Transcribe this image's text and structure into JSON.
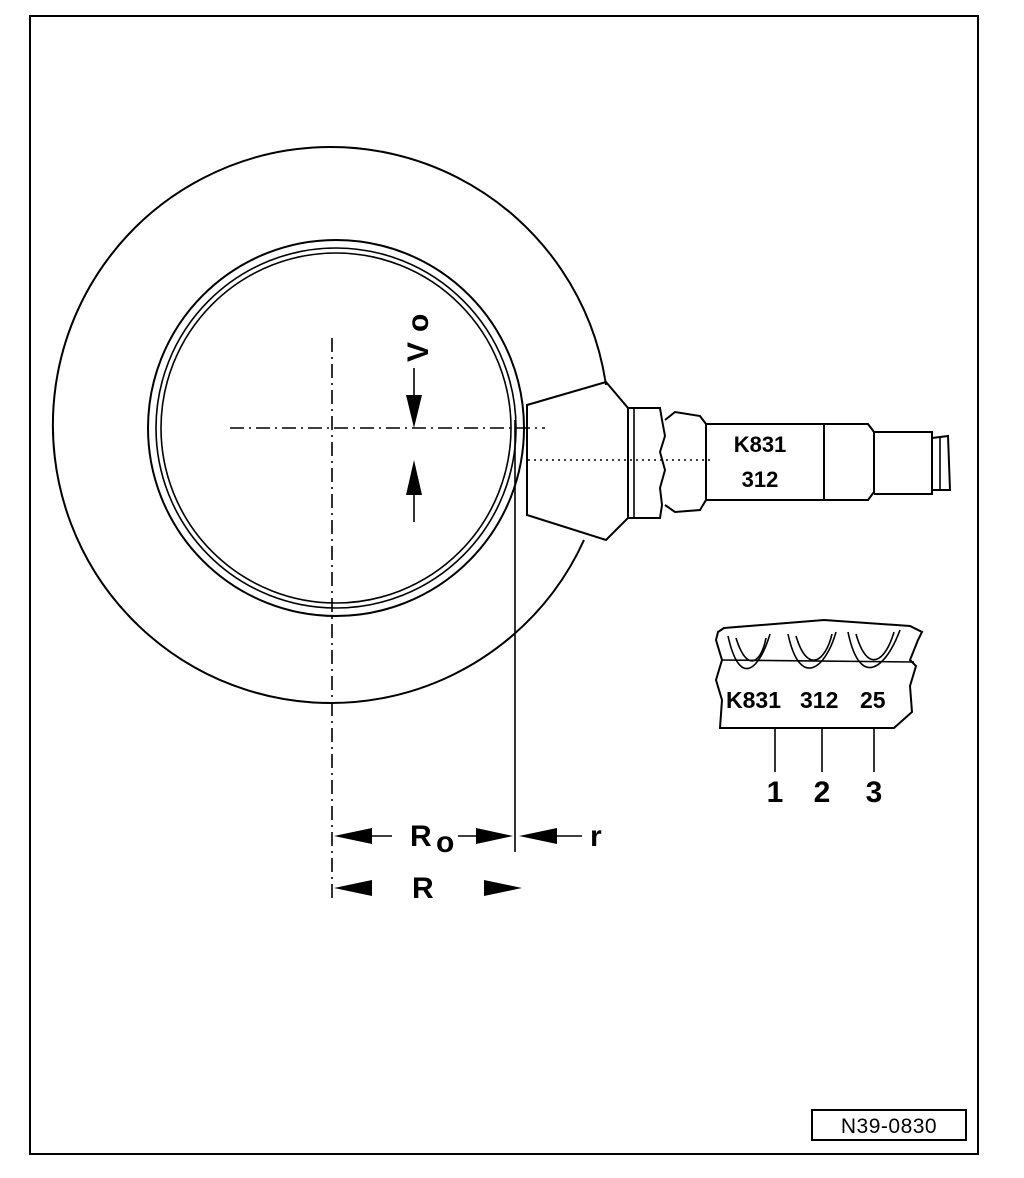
{
  "labels": {
    "vo_main": "V",
    "vo_sub": "o",
    "ro_main": "R",
    "ro_sub": "o",
    "r": "r",
    "R": "R"
  },
  "shaft": {
    "line1": "K831",
    "line2": "312"
  },
  "tooth_marking": {
    "parts": [
      "K831",
      "312",
      "25"
    ],
    "callouts": [
      "1",
      "2",
      "3"
    ]
  },
  "reference": "N39-0830"
}
